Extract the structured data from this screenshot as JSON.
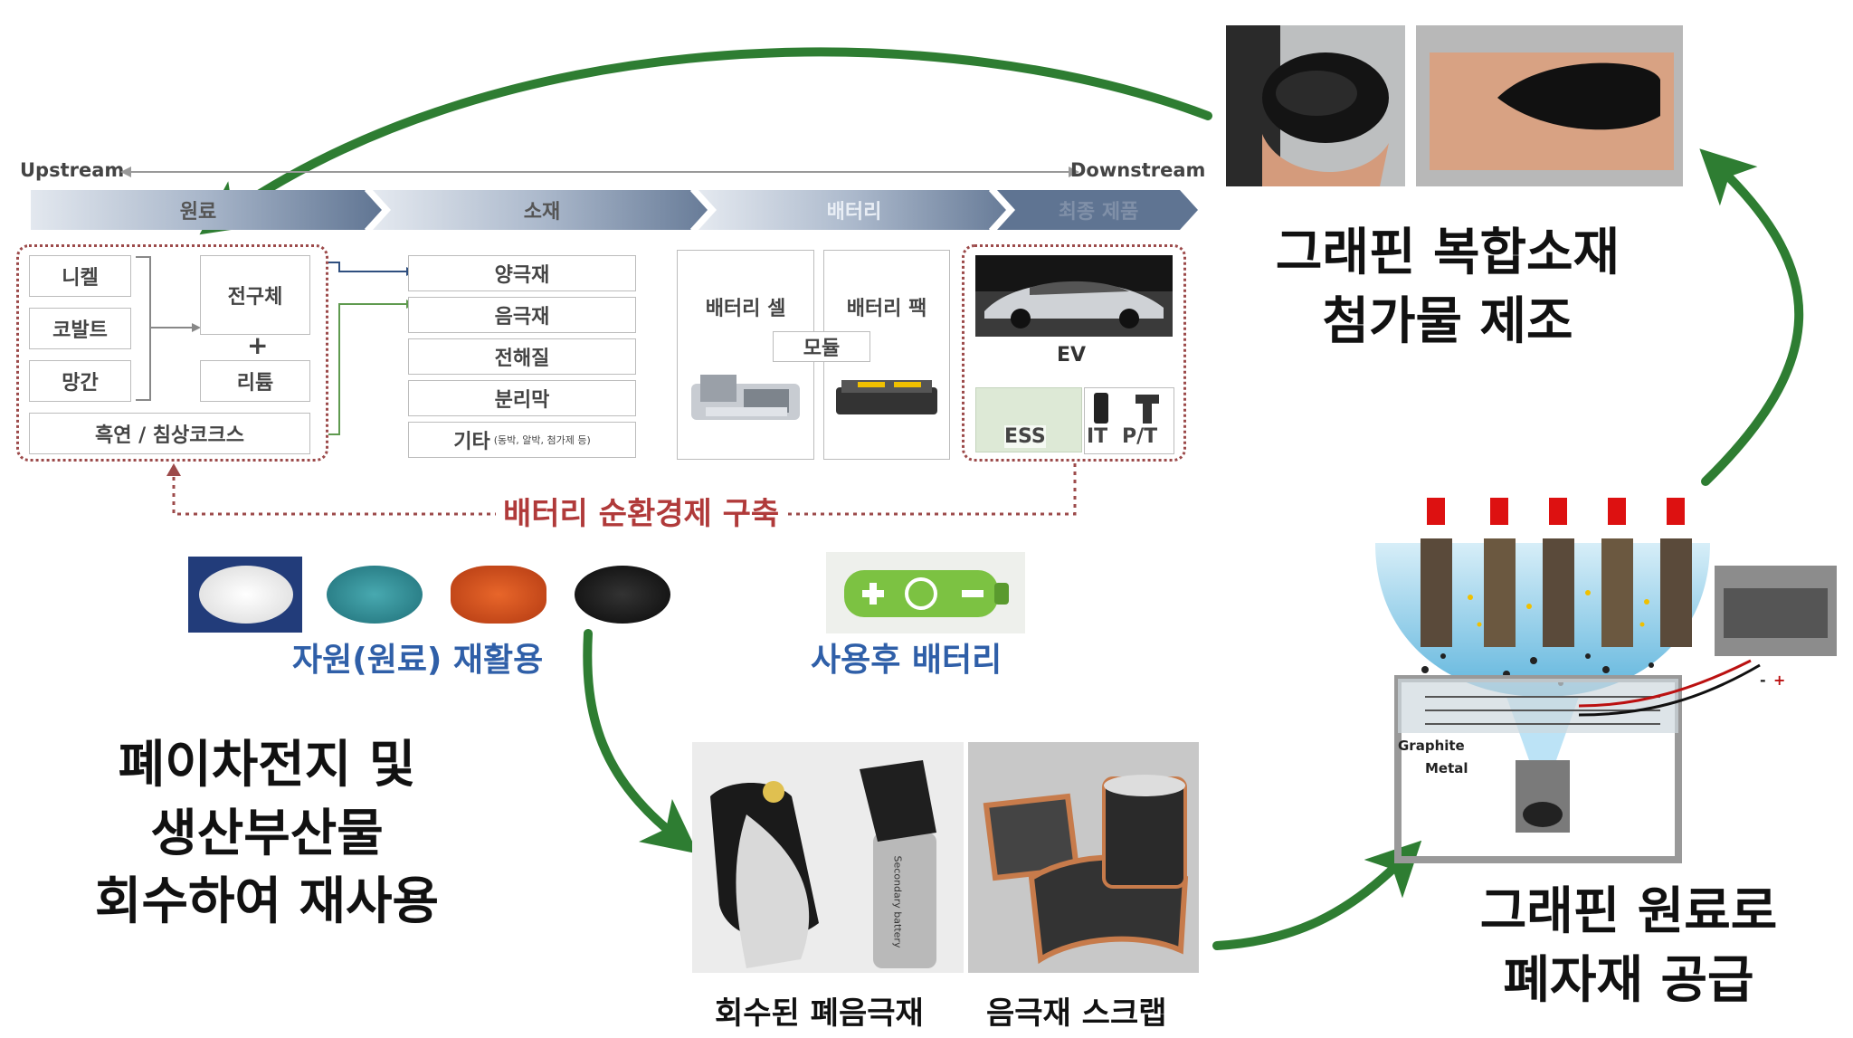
{
  "chain": {
    "upstream": "Upstream",
    "downstream": "Downstream",
    "stages": [
      "원료",
      "소재",
      "배터리",
      "최종 제품"
    ]
  },
  "raw": {
    "nickel": "니켈",
    "cobalt": "코발트",
    "manganese": "망간",
    "precursor": "전구체",
    "plus": "+",
    "lithium": "리튬",
    "graphite": "흑연 / 침상코크스"
  },
  "materials": {
    "cathode": "양극재",
    "anode": "음극재",
    "electrolyte": "전해질",
    "separator": "분리막",
    "etc": "기타",
    "etc_note": "(동박, 알박, 첨가제 등)"
  },
  "battery": {
    "cell": "배터리 셀",
    "pack": "배터리 팩",
    "module": "모듈"
  },
  "final": {
    "ev": "EV",
    "ess": "ESS",
    "it": "IT",
    "pt": "P/T"
  },
  "circular_label": "배터리 순환경제 구축",
  "recycle_label": "자원(원료) 재활용",
  "used_battery_label": "사용후 배터리",
  "left_text": [
    "폐이차전지 및",
    "생산부산물",
    "회수하여 재사용"
  ],
  "top_right_text": [
    "그래핀 복합소재",
    "첨가물 제조"
  ],
  "bottom_right_text": [
    "그래핀 원료로",
    "폐자재 공급"
  ],
  "captions": {
    "recovered": "회수된 폐음극재",
    "scrap": "음극재 스크랩"
  },
  "device_labels": {
    "graphite": "Graphite",
    "metal": "Metal",
    "battery_text": "Secondary battery",
    "polarity_minus": "-",
    "polarity_plus": "+"
  },
  "colors": {
    "arrow_green": "#2e7d32",
    "dotted_red": "#9c4a4a",
    "circular_text": "#b03a3a",
    "recycle_text": "#2f5fa8"
  }
}
